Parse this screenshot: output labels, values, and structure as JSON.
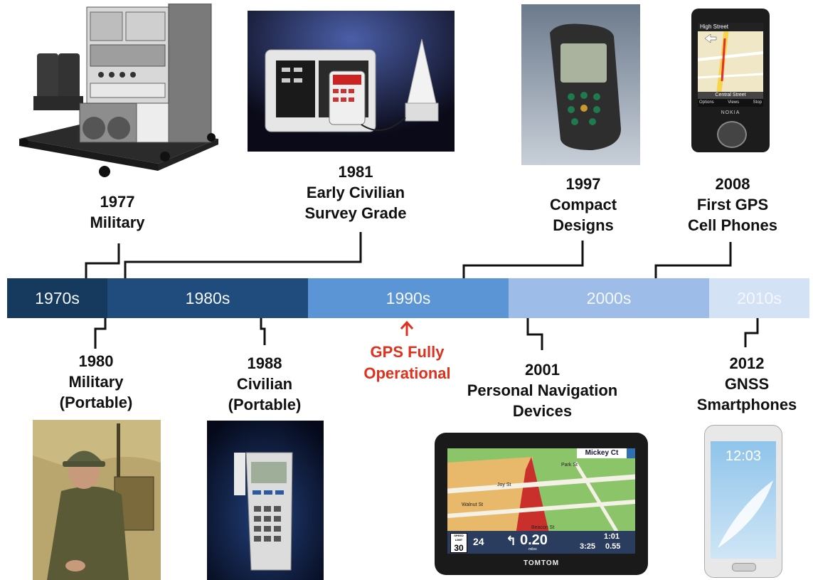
{
  "timeline": {
    "decades": [
      {
        "label": "1970s",
        "color": "#163a5e"
      },
      {
        "label": "1980s",
        "color": "#1f4c7d"
      },
      {
        "label": "1990s",
        "color": "#5b95d6"
      },
      {
        "label": "2000s",
        "color": "#9dbde8"
      },
      {
        "label": "2010s",
        "color": "#d4e2f5"
      }
    ]
  },
  "milestones": {
    "m1977": {
      "year": "1977",
      "line1": "Military"
    },
    "m1981": {
      "year": "1981",
      "line1": "Early Civilian",
      "line2": "Survey Grade"
    },
    "m1997": {
      "year": "1997",
      "line1": "Compact",
      "line2": "Designs"
    },
    "m2008": {
      "year": "2008",
      "line1": "First GPS",
      "line2": "Cell Phones"
    },
    "m1980": {
      "year": "1980",
      "line1": "Military",
      "line2": "(Portable)"
    },
    "m1988": {
      "year": "1988",
      "line1": "Civilian",
      "line2": "(Portable)"
    },
    "m2001": {
      "year": "2001",
      "line1": "Personal Navigation",
      "line2": "Devices"
    },
    "m2012": {
      "year": "2012",
      "line1": "GNSS",
      "line2": "Smartphones"
    }
  },
  "gps_operational": {
    "line1": "GPS Fully",
    "line2": "Operational",
    "color": "#e0301e"
  },
  "device_screens": {
    "nokia_street_top": "High Street",
    "nokia_street_bottom": "Central Street",
    "nokia_brand": "NOKIA",
    "nokia_soft_left": "Options",
    "nokia_soft_mid": "Views",
    "nokia_soft_right": "Stop",
    "tomtom_street": "Mickey Ct",
    "tomtom_road1": "Park St",
    "tomtom_road2": "Joy St",
    "tomtom_road3": "Walnut St",
    "tomtom_road4": "Beacon St",
    "tomtom_speed_label": "SPEED LIMIT",
    "tomtom_speed": "30",
    "tomtom_current_speed": "24",
    "tomtom_distance": "0.20",
    "tomtom_distance_unit": "miles",
    "tomtom_time": "1:01",
    "tomtom_eta": "3:25",
    "tomtom_remaining": "0.55",
    "tomtom_brand": "TOMTOM",
    "phone_clock": "12:03"
  }
}
